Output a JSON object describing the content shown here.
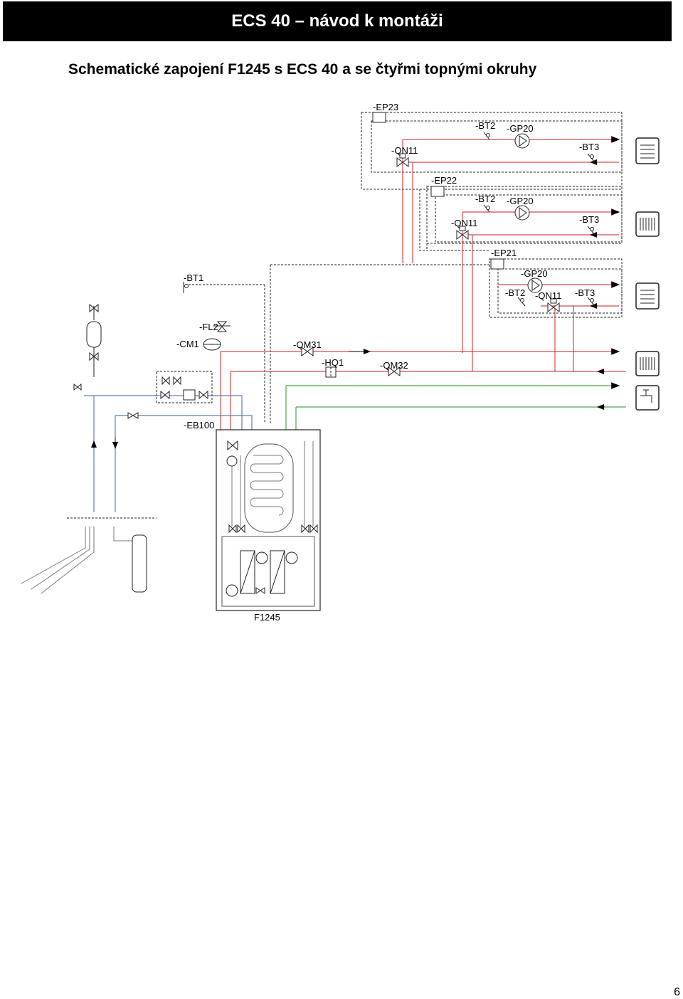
{
  "header": {
    "title": "ECS 40 – návod k montáži"
  },
  "subtitle": "Schematické zapojení F1245 s ECS 40 a se čtyřmi topnými okruhy",
  "labels": {
    "ep23": "-EP23",
    "ep22": "-EP22",
    "ep21": "-EP21",
    "bt2_a": "-BT2",
    "gp20_a": "-GP20",
    "qn11_a": "-QN11",
    "bt3_a": "-BT3",
    "bt2_b": "-BT2",
    "gp20_b": "-GP20",
    "qn11_b": "-QN11",
    "bt3_b": "-BT3",
    "gp20_c": "-GP20",
    "bt2_c": "-BT2",
    "qn11_c": "-QN11",
    "bt3_c": "-BT3",
    "bt1": "-BT1",
    "fl2": "-FL2",
    "cm1": "-CM1",
    "qm31": "-QM31",
    "hq1": "-HQ1",
    "qm32": "-QM32",
    "eb100": "-EB100",
    "f1245": "F1245"
  },
  "page_number": "6",
  "colors": {
    "supply": "#d24a4a",
    "brine": "#5b7fb8",
    "water": "#4ea34e",
    "header_bg": "#000000"
  }
}
